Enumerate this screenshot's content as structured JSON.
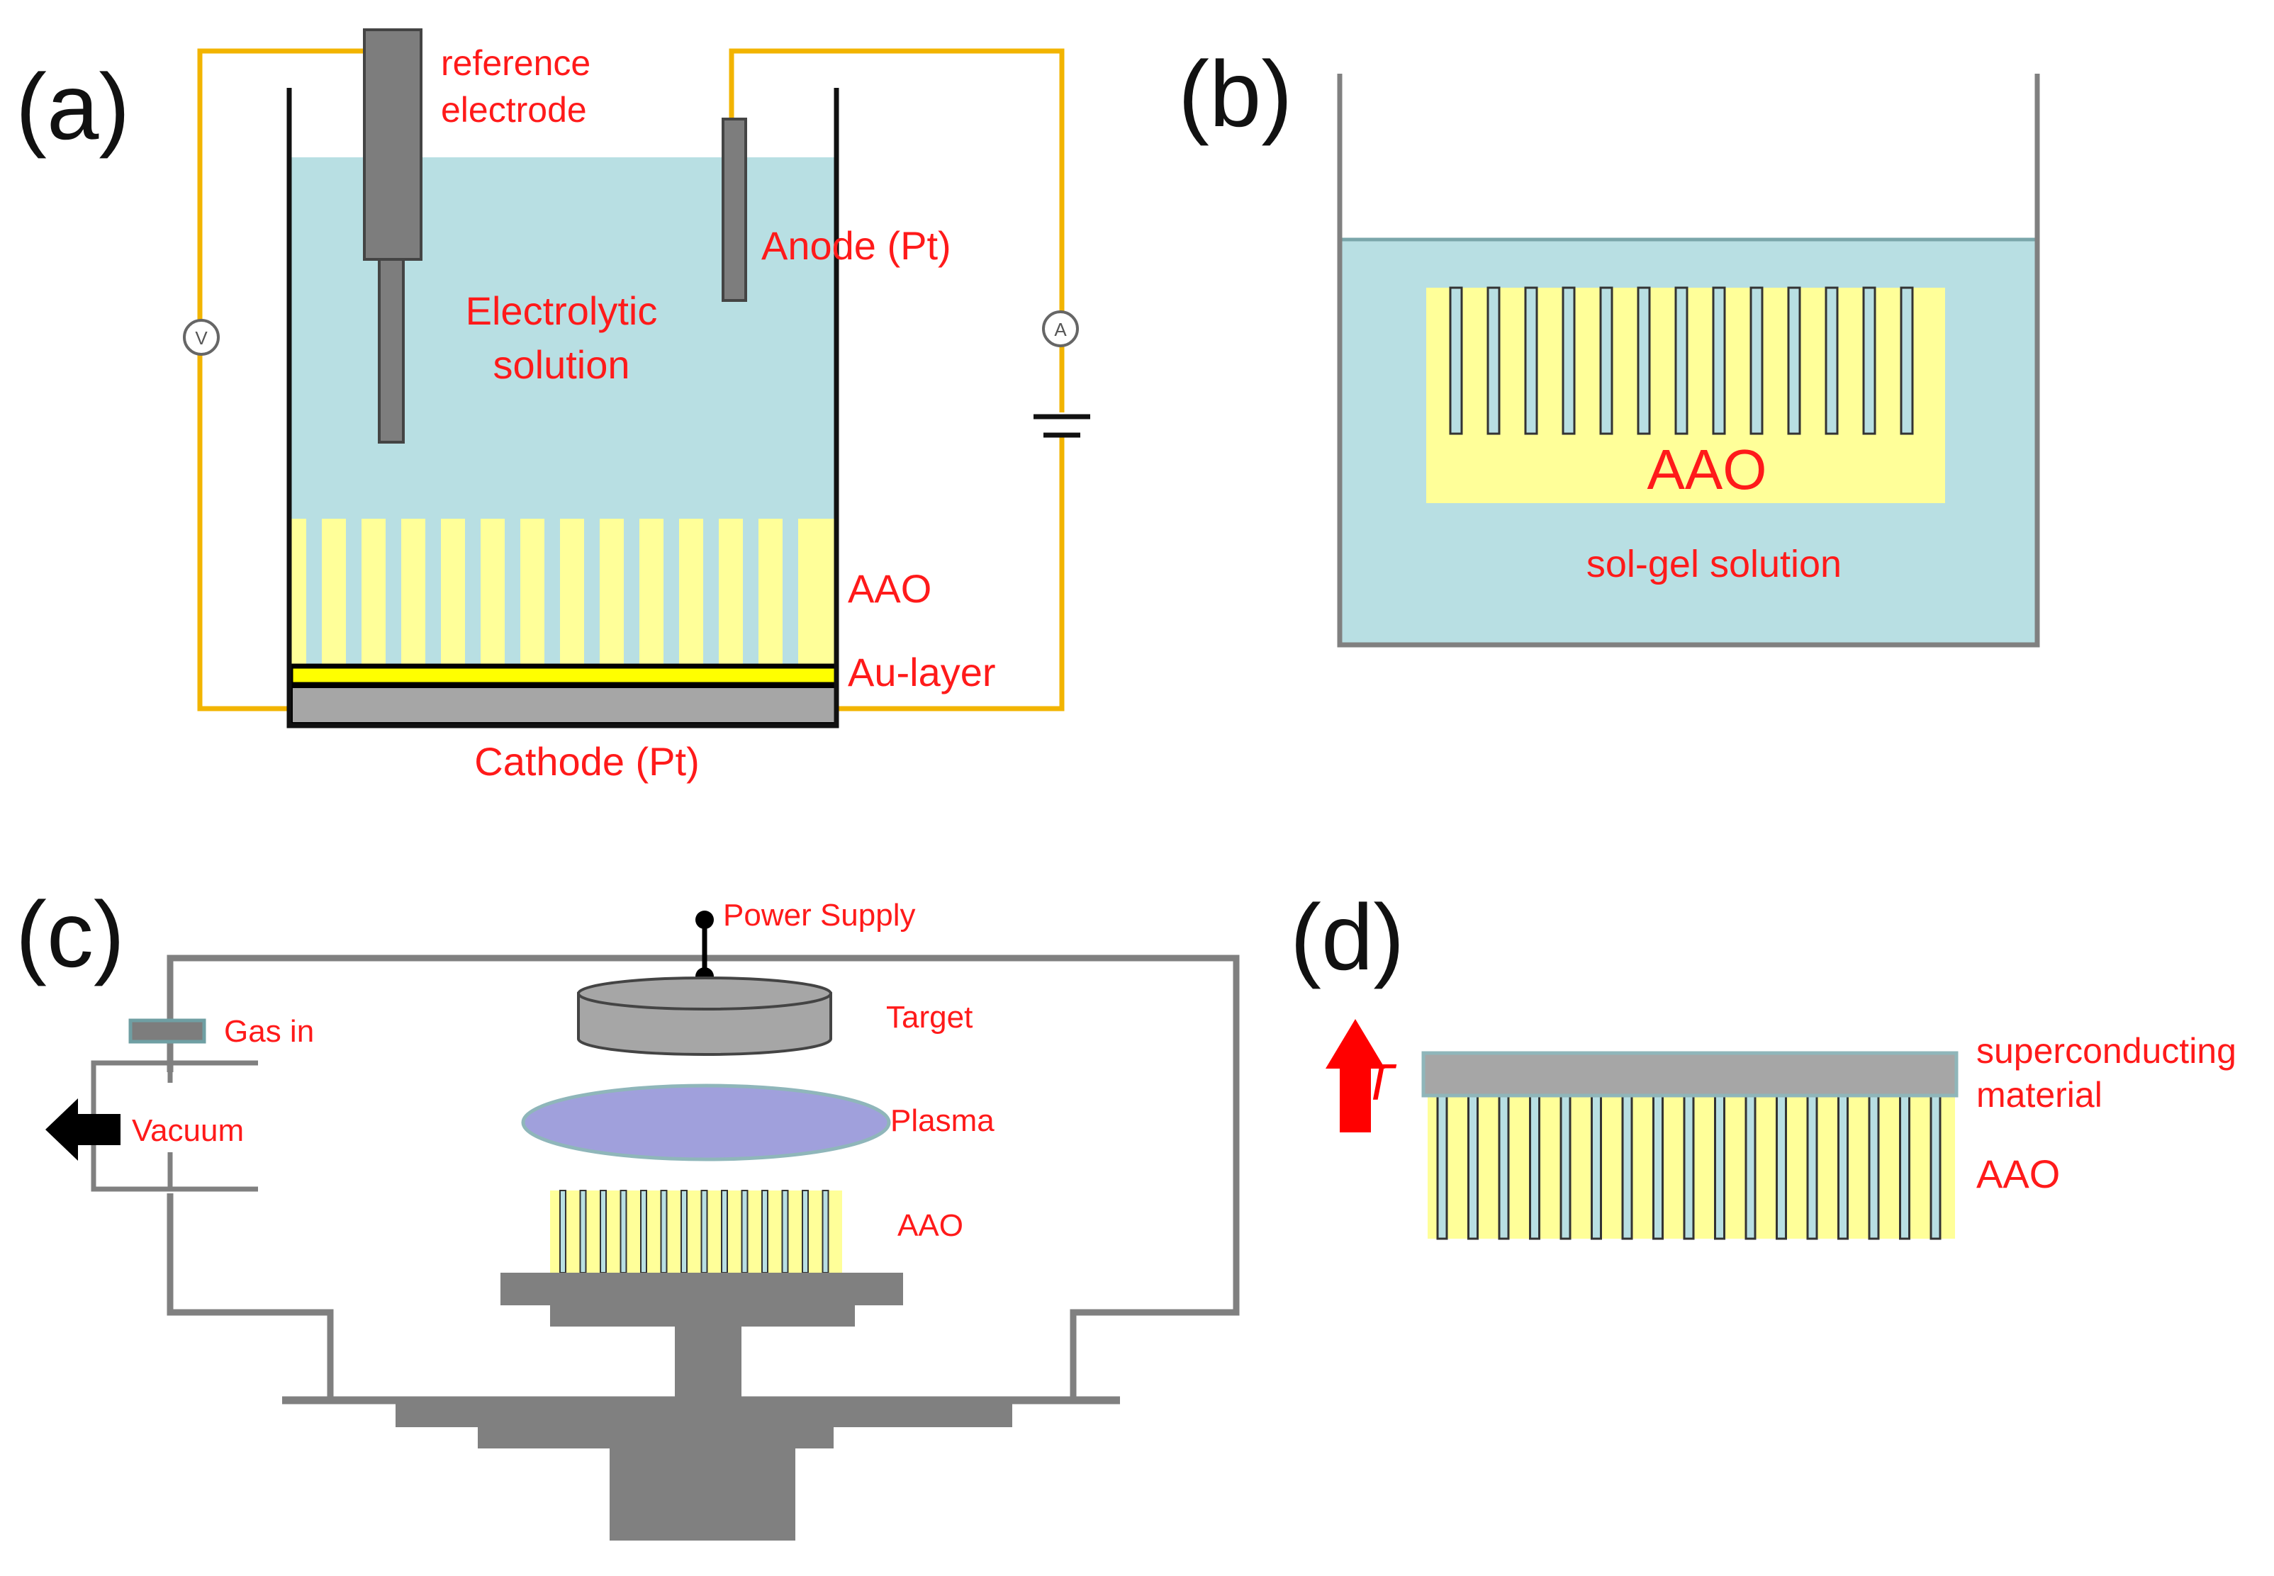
{
  "colors": {
    "wire": "#f2b400",
    "vessel": "#111111",
    "solution": "#b8dfe3",
    "aao_yellow": "#ffff99",
    "pore": "#b8dfe3",
    "electrode": "#7d7d7d",
    "label_red": "#ff1a1a",
    "au_layer": "#ffff00",
    "cathode": "#a6a6a6",
    "chamber": "#808080",
    "plasma": "#a0a0dc",
    "target": "#a6a6a6",
    "arrow_red": "#ff0000"
  },
  "panel_a": {
    "tag": "(a)",
    "reference_electrode_line1": "reference",
    "reference_electrode_line2": "electrode",
    "anode": "Anode (Pt)",
    "solution_line1": "Electrolytic",
    "solution_line2": "solution",
    "aao": "AAO",
    "au_layer": "Au-layer",
    "cathode": "Cathode (Pt)",
    "voltmeter_symbol": "V",
    "ammeter_symbol": "A"
  },
  "panel_b": {
    "tag": "(b)",
    "aao": "AAO",
    "solution": "sol-gel solution"
  },
  "panel_c": {
    "tag": "(c)",
    "power_supply": "Power Supply",
    "gas_in": "Gas in",
    "vacuum": "Vacuum",
    "target": "Target",
    "plasma": "Plasma",
    "aao": "AAO"
  },
  "panel_d": {
    "tag": "(d)",
    "temperature_symbol": "T",
    "material_line1": "superconducting",
    "material_line2": "material",
    "aao": "AAO"
  }
}
